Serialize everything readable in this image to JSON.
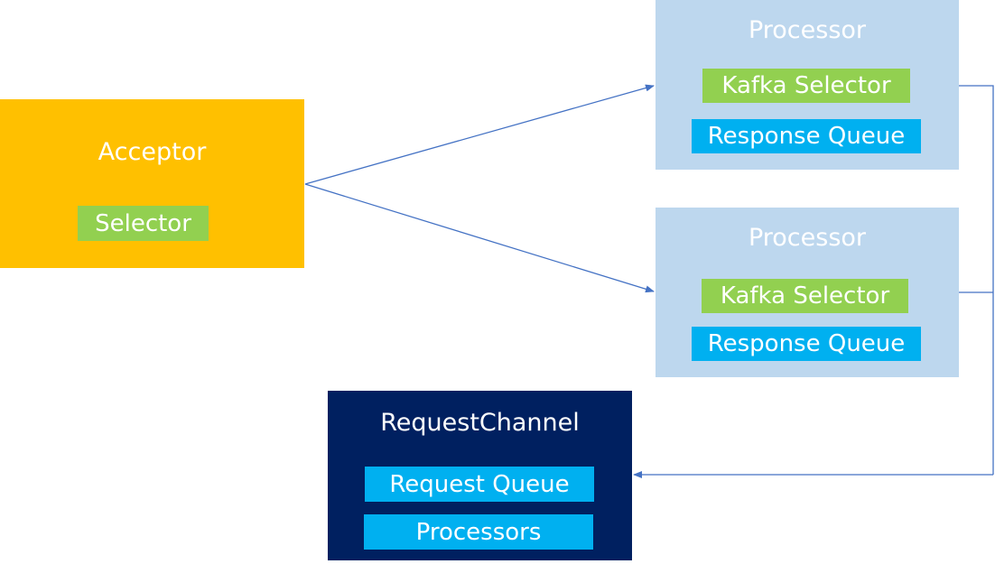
{
  "acceptor": {
    "title": "Acceptor",
    "selector": "Selector"
  },
  "processors": [
    {
      "title": "Processor",
      "selector": "Kafka Selector",
      "queue": "Response Queue"
    },
    {
      "title": "Processor",
      "selector": "Kafka Selector",
      "queue": "Response Queue"
    }
  ],
  "request_channel": {
    "title": "RequestChannel",
    "request_queue": "Request Queue",
    "processors": "Processors"
  },
  "colors": {
    "acceptor": "#FFC000",
    "selector": "#92D050",
    "processor": "#BDD7EE",
    "queue": "#00B0F0",
    "request_channel": "#002060",
    "connector": "#4472C4"
  }
}
